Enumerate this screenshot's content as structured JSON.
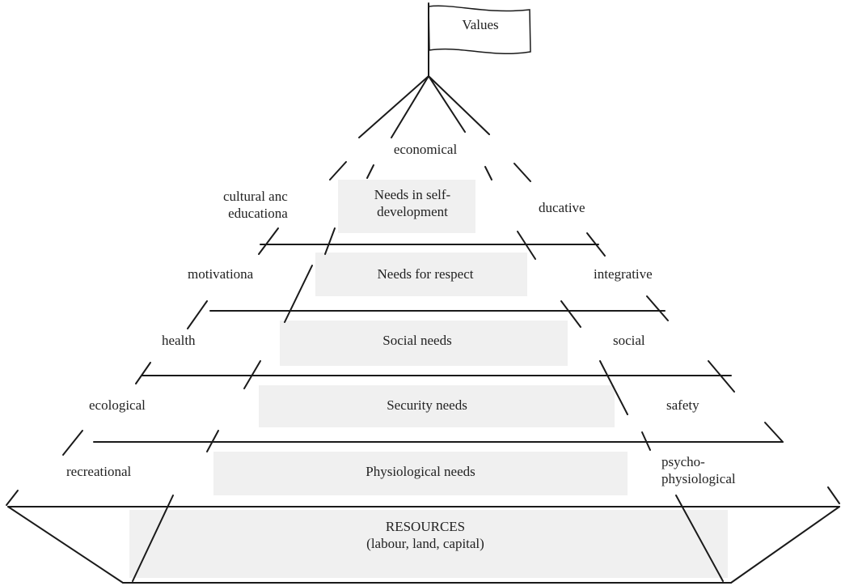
{
  "flag": {
    "label": "Values"
  },
  "top": {
    "label": "economical"
  },
  "levels": [
    {
      "center": [
        "Needs in self-",
        "development"
      ],
      "left": [
        "cultural anc",
        "educationa"
      ],
      "right": [
        "ducative"
      ]
    },
    {
      "center": [
        "Needs for respect"
      ],
      "left": [
        "motivationa"
      ],
      "right": [
        "integrative"
      ]
    },
    {
      "center": [
        "Social needs"
      ],
      "left": [
        "health"
      ],
      "right": [
        "social"
      ]
    },
    {
      "center": [
        "Security needs"
      ],
      "left": [
        "ecological"
      ],
      "right": [
        "safety"
      ]
    },
    {
      "center": [
        "Physiological needs"
      ],
      "left": [
        "recreational"
      ],
      "right": [
        "psycho-",
        "physiological"
      ]
    }
  ],
  "base": {
    "lines": [
      "RESOURCES",
      "(labour, land, capital)"
    ]
  },
  "colors": {
    "line": "#1a1a1a",
    "text": "#222222",
    "shade": "#f0f0f0"
  }
}
